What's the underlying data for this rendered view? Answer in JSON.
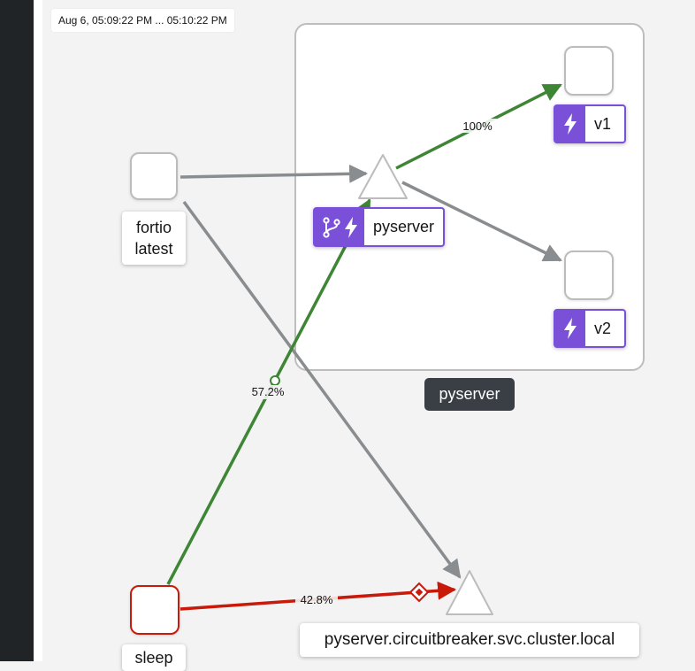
{
  "time_range": "Aug 6, 05:09:22 PM ... 05:10:22 PM",
  "nodes": {
    "fortio": {
      "line1": "fortio",
      "line2": "latest"
    },
    "sleep": {
      "label": "sleep"
    },
    "pyserver_service": {
      "label": "pyserver"
    },
    "v1": {
      "label": "v1"
    },
    "v2": {
      "label": "v2"
    },
    "circuitbreaker_service": {
      "label": "pyserver.circuitbreaker.svc.cluster.local"
    }
  },
  "box": {
    "label": "pyserver"
  },
  "edges": {
    "to_v1": "100%",
    "sleep_to_pyserver": "57.2%",
    "sleep_to_circuitbreaker": "42.8%"
  },
  "colors": {
    "healthy": "#3e8635",
    "error": "#c9190b",
    "neutral": "#8a8d90",
    "badge": "#7b50d8"
  },
  "icons": [
    "virtual-service-icon",
    "workload-entry-icon"
  ]
}
